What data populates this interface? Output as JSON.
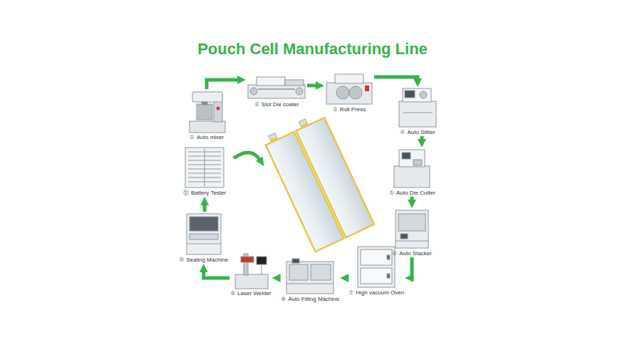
{
  "diagram": {
    "title": "Pouch Cell Manufacturing Line",
    "nodes": [
      {
        "text": [
          "①",
          "Auto mixer"
        ]
      },
      {
        "text": [
          "②",
          "Slot Die coater"
        ]
      },
      {
        "text": [
          "③",
          "Roll Press"
        ]
      },
      {
        "text": [
          "④",
          "Auto Slitter"
        ]
      },
      {
        "text": [
          "⑤",
          "Auto Die Cutter"
        ]
      },
      {
        "text": [
          "⑥",
          "Auto Stacker"
        ]
      },
      {
        "text": [
          "⑦",
          "High vacuum Oven"
        ]
      },
      {
        "text": [
          "⑧",
          "Auto Filling Machine"
        ]
      },
      {
        "text": [
          "⑨",
          "Laser Welder"
        ]
      },
      {
        "text": [
          "⑩",
          "Sealing Machine"
        ]
      },
      {
        "text": [
          "⑪",
          "Battery Tester"
        ]
      }
    ],
    "edges": [
      {
        "from": 0,
        "to": 1,
        "arrow": "to"
      },
      {
        "from": 1,
        "to": 2,
        "arrow": "to"
      },
      {
        "from": 2,
        "to": 3,
        "arrow": "to"
      },
      {
        "from": 3,
        "to": 4,
        "arrow": "to"
      },
      {
        "from": 4,
        "to": 5,
        "arrow": "to"
      },
      {
        "from": 5,
        "to": 6,
        "arrow": "to"
      },
      {
        "from": 6,
        "to": 7,
        "arrow": "to"
      },
      {
        "from": 7,
        "to": 8,
        "arrow": "to"
      },
      {
        "from": 8,
        "to": 9,
        "arrow": "to"
      },
      {
        "from": 9,
        "to": 10,
        "arrow": "to"
      }
    ]
  }
}
